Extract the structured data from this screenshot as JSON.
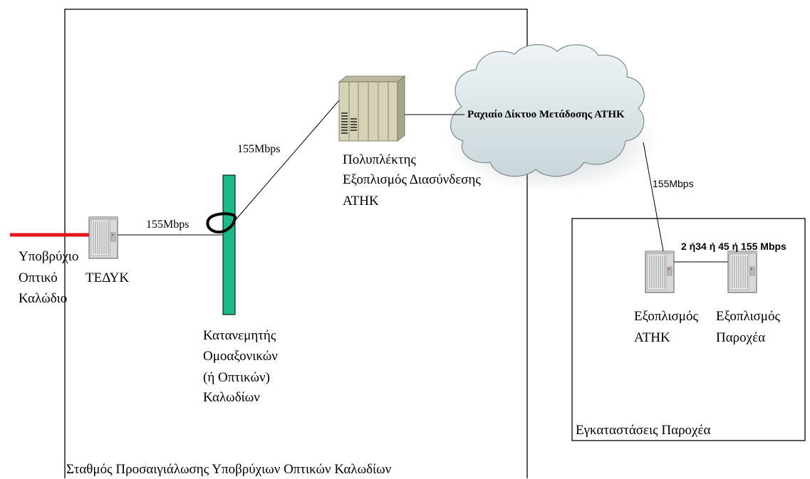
{
  "station": {
    "label": "Σταθμός Προσαιγιάλωσης  Υποβρύχιων Οπτικών Καλωδίων"
  },
  "provider_facility": {
    "label": "Εγκαταστάσεις    Παροχέα"
  },
  "cloud": {
    "label": "Ραχιαίο Δίκτυο Μετάδοσης ΑΤΗΚ"
  },
  "submarine_cable": {
    "lines": [
      "Υποβρύχιο",
      "Οπτικό",
      "Καλώδιο"
    ]
  },
  "tedyk": {
    "label": "ΤΕΔΥΚ"
  },
  "distributor": {
    "lines": [
      "Κατανεμητής",
      "Ομοαξονικών",
      "(ή Οπτικών)",
      "Καλωδίων"
    ]
  },
  "multiplexer": {
    "lines": [
      "Πολυπλέκτης",
      "Εξοπλισμός Διασύνδεσης",
      "ΑΤΗΚ"
    ]
  },
  "atik_equipment": {
    "lines": [
      "Εξοπλισμός",
      "ΑΤΗΚ"
    ]
  },
  "provider_equipment": {
    "lines": [
      "Εξοπλισμός",
      "Παροχέα"
    ]
  },
  "rates": {
    "tedyk_to_distributor": "155Mbps",
    "distributor_to_mux": "155Mbps",
    "cloud_to_atik": "155Mbps",
    "atik_to_provider": "2 ή34 ή 45 ή 155 Mbps"
  },
  "colors": {
    "submarine_cable": "#e5151b",
    "distributor_bar": "#1ab98a",
    "cloud_fill": "#dfe9ec",
    "mux_body": "#d6d2b6"
  }
}
